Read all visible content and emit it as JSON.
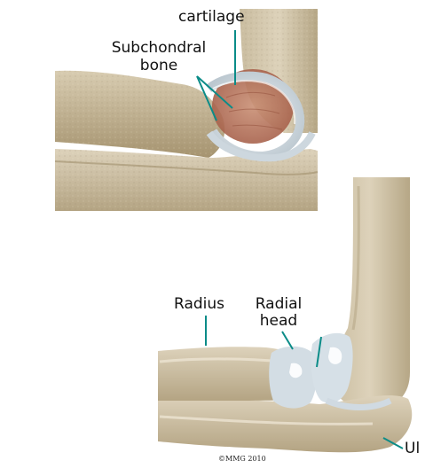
{
  "labels": {
    "cartilage": "cartilage",
    "subchondral_line1": "Subchondral",
    "subchondral_line2": "bone",
    "radius": "Radius",
    "radial_head_line1": "Radial",
    "radial_head_line2": "head",
    "ulna_partial": "Ul"
  },
  "copyright": "©MMG 2010",
  "colors": {
    "bone": "#d9cdb4",
    "bone_shadow": "#b7a887",
    "cartilage": "#d5dee5",
    "subchondral": "#c8967c",
    "leader_line": "#0b8c88"
  }
}
